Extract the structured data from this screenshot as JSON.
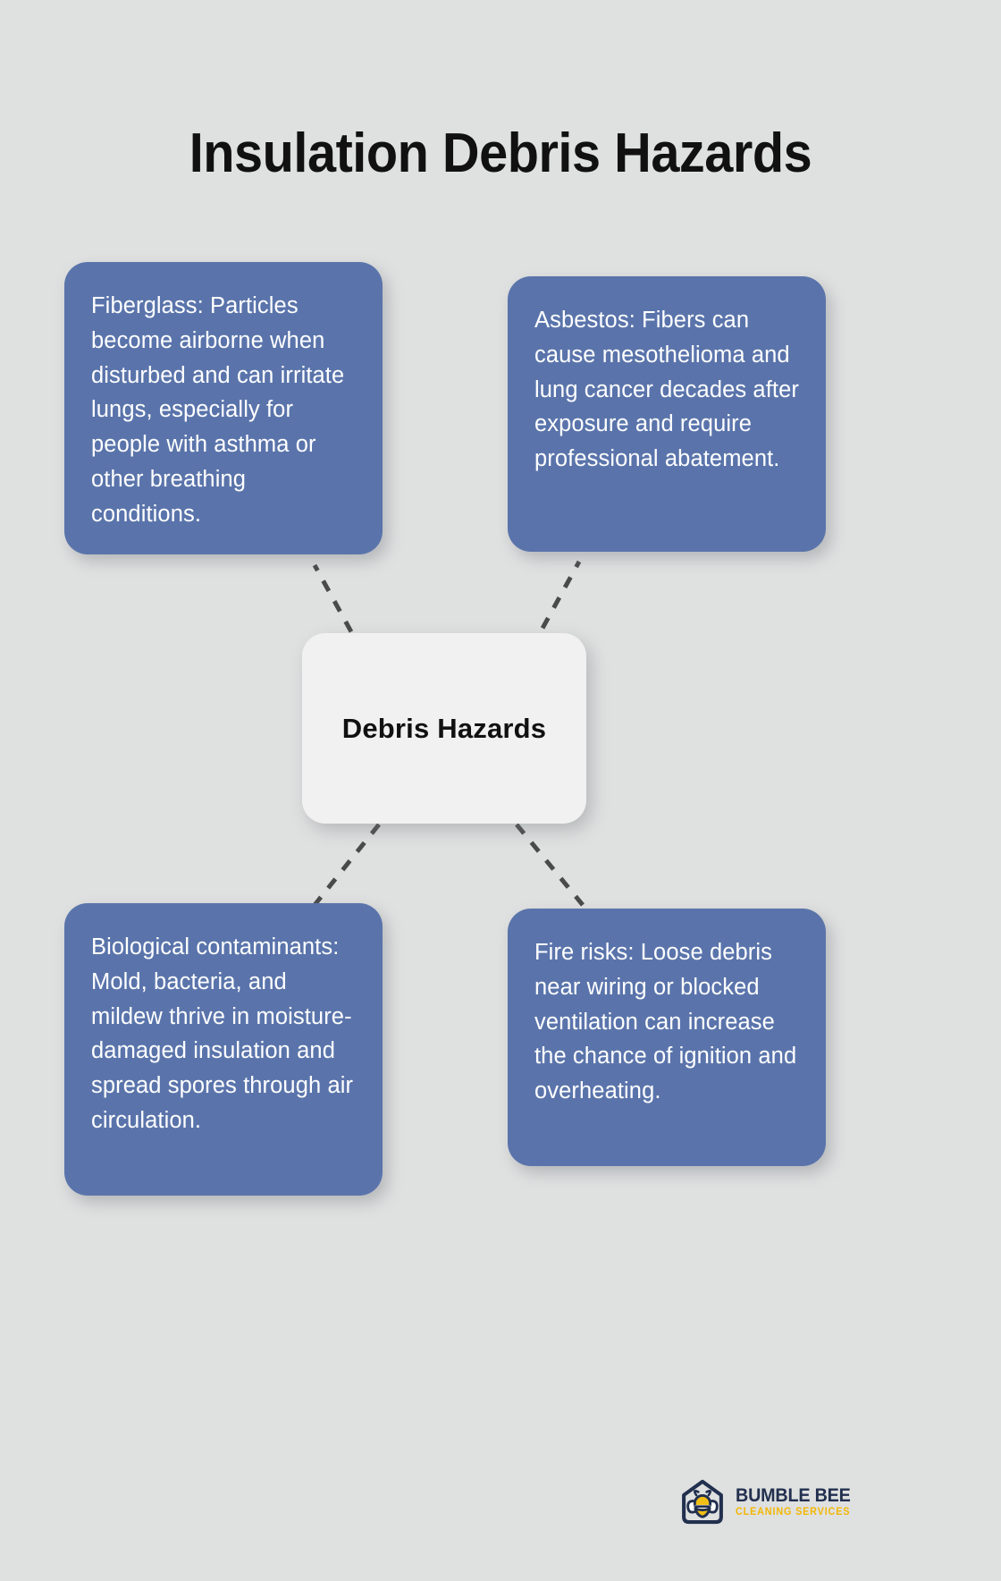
{
  "page": {
    "title": "Insulation Debris Hazards",
    "background_color": "#dfe0e0"
  },
  "diagram": {
    "type": "mind-map",
    "center": {
      "label": "Debris Hazards",
      "background_color": "#f1f1f1",
      "text_color": "#111111"
    },
    "node_color": "#5a74ab",
    "node_text_color": "#ffffff",
    "connector_color": "#4a4a4a",
    "connector_style": "dashed",
    "nodes": [
      {
        "id": "fiberglass",
        "position": "top-left",
        "text": "Fiberglass: Particles become airborne when disturbed and can irritate lungs, especially for people with asthma or other breathing conditions."
      },
      {
        "id": "asbestos",
        "position": "top-right",
        "text": "Asbestos: Fibers can cause mesothelioma and lung cancer decades after exposure and require professional abatement."
      },
      {
        "id": "biological",
        "position": "bottom-left",
        "text": "Biological contaminants: Mold, bacteria, and mildew thrive in moisture-damaged insulation and spread spores through air circulation."
      },
      {
        "id": "fire",
        "position": "bottom-right",
        "text": "Fire risks: Loose debris near wiring or blocked ventilation can increase the chance of ignition and overheating."
      }
    ]
  },
  "logo": {
    "name": "BUMBLE BEE",
    "tagline": "CLEANING SERVICES",
    "mark": "bee-in-house-icon",
    "name_color": "#22304f",
    "tagline_color": "#f2b705",
    "bee_body_color": "#f2c014"
  }
}
